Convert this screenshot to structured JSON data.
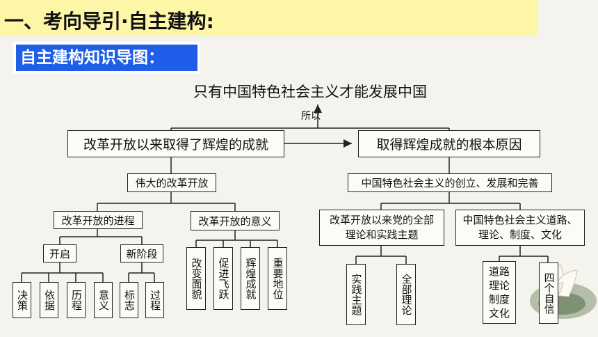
{
  "header": {
    "title": "一、考向导引·自主建构:"
  },
  "section_badge": {
    "label": "自主建构知识导图："
  },
  "diagram": {
    "root": "只有中国特色社会主义才能发展中国",
    "root_link_label": "所以",
    "left_main": "改革开放以来取得了辉煌的成就",
    "right_main": "取得辉煌成就的根本原因",
    "left_sub": "伟大的改革开放",
    "right_sub": "中国特色社会主义的创立、发展和完善",
    "left_branch_a": "改革开放的进程",
    "left_branch_b": "改革开放的意义",
    "right_branch_a": "改革开放以来党的全部理论和实践主题",
    "right_branch_b": "中国特色社会主义道路、理论、制度、文化",
    "start": "开启",
    "new_stage": "新阶段",
    "start_leaves": [
      "决策",
      "依据",
      "历程",
      "意义"
    ],
    "new_stage_leaves": [
      "标志",
      "过程"
    ],
    "significance_leaves": [
      "改变面貌",
      "促进飞跃",
      "辉煌成就",
      "重要地位"
    ],
    "theory_leaves": [
      "实践主题",
      "全部理论"
    ],
    "path_leaves": [
      "道路理论制度文化",
      "四个自信"
    ]
  }
}
